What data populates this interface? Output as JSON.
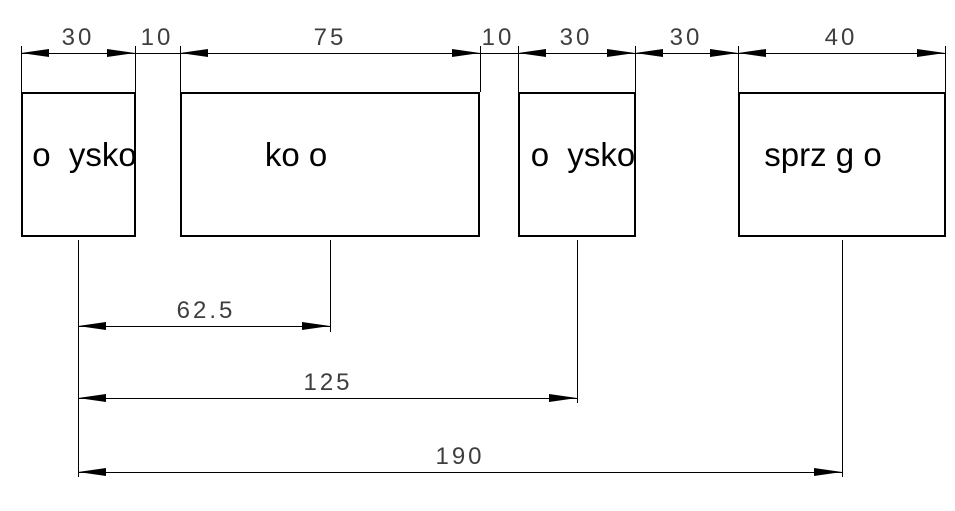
{
  "diagram": {
    "background_color": "#ffffff",
    "line_color": "#000000",
    "dim_text_color": "#3e3e3e",
    "boxes": [
      {
        "label": "o  ysko"
      },
      {
        "label": "ko o"
      },
      {
        "label": "o  ysko"
      },
      {
        "label": "sprz g o"
      }
    ],
    "top_dimensions": [
      {
        "value": "30"
      },
      {
        "value": "10"
      },
      {
        "value": "75"
      },
      {
        "value": "10"
      },
      {
        "value": "30"
      },
      {
        "value": "30"
      },
      {
        "value": "40"
      }
    ],
    "bottom_dimensions": [
      {
        "value": "62.5"
      },
      {
        "value": "125"
      },
      {
        "value": "190"
      }
    ]
  }
}
